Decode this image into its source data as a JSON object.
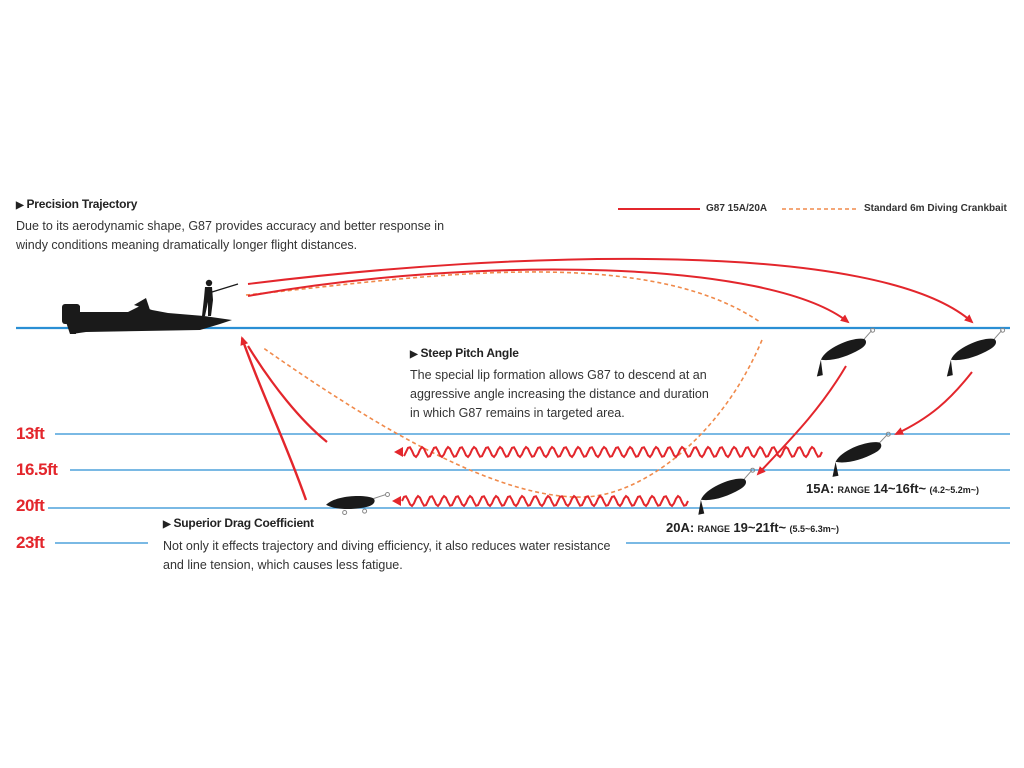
{
  "precision": {
    "heading": "Precision Trajectory",
    "body": "Due to its aerodynamic shape, G87 provides accuracy and better response in windy conditions meaning dramatically longer flight distances."
  },
  "steep": {
    "heading": "Steep Pitch Angle",
    "body": "The special lip formation allows G87 to descend at an aggressive angle increasing the distance and duration in which G87 remains in targeted area."
  },
  "drag": {
    "heading": "Superior Drag Coefficient",
    "body": "Not only it effects trajectory and diving efficiency, it also reduces water resistance and line tension, which causes less fatigue."
  },
  "legend": {
    "g87": "G87 15A/20A",
    "standard": "Standard 6m Diving Crankbait"
  },
  "depths": [
    "13ft",
    "16.5ft",
    "20ft",
    "23ft"
  ],
  "ranges": {
    "r15": {
      "model": "15A:",
      "word": "RANGE",
      "value": "14~16ft~",
      "metric": "(4.2~5.2m~)"
    },
    "r20": {
      "model": "20A:",
      "word": "RANGE",
      "value": "19~21ft~",
      "metric": "(5.5~6.3m~)"
    }
  },
  "colors": {
    "red": "#e3262c",
    "orange": "#f08a4b",
    "water": "#2a8fd4",
    "lure": "#1a1a1a"
  },
  "icons": [
    "boat-icon",
    "angler-icon",
    "lure-icon"
  ]
}
